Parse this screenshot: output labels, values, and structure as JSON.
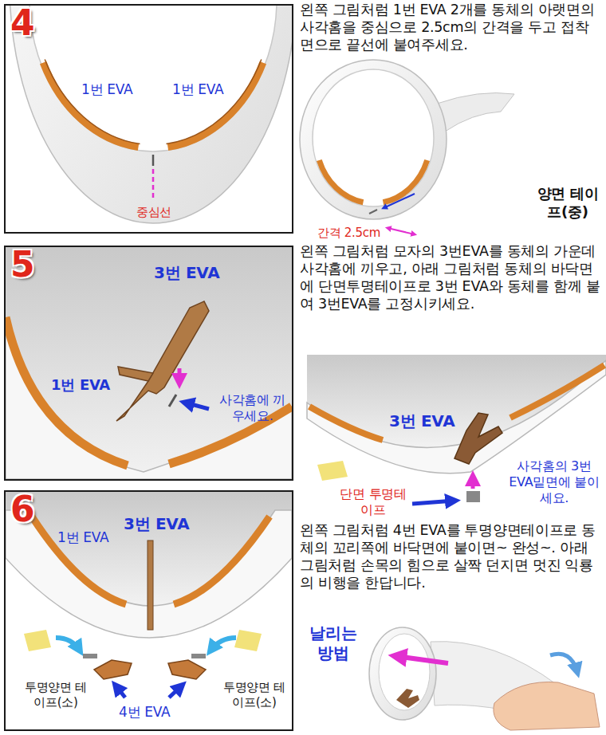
{
  "diagram": {
    "nodes": [
      {
        "text": [
          "4",
          "1번 EVA",
          "1번 EVA",
          "중심선"
        ]
      },
      {
        "text": [
          "5",
          "3번 EVA",
          "1번 EVA",
          "사각홈에 끼우세요."
        ]
      },
      {
        "text": [
          "6",
          "3번 EVA",
          "1번 EVA",
          "투명양면 테이프(소)",
          "투명양면 테이프(소)",
          "4번 EVA"
        ]
      }
    ],
    "labels": [
      "왼쪽 그림처럼 1번 EVA 2개를 동체의 아랫면의 사각홈을 중심으로 2.5cm의 간격을 두고 접착면으로 끝선에 붙여주세요.",
      "간격 2.5cm",
      "양면 테이프(중)",
      "왼쪽 그림처럼 모자의 3번EVA를 동체의 가운데 사각홈에 끼우고, 아래 그림처럼 동체의 바닥면에 단면투명테이프로 3번 EVA와 동체를 함께 붙여 3번EVA를 고정시키세요.",
      "3번 EVA",
      "단면 투명테이프",
      "사각홈의 3번EVA밑면에 붙이세요.",
      "왼쪽 그림처럼 4번 EVA를 투명양면테이프로 동체의 꼬리쪽에 바닥면에 붙이면~ 완성~. 아래 그림처럼 손목의 힘으로 살짝 던지면 멋진 익룡의 비행을 한답니다.",
      "날리는 방법"
    ]
  }
}
